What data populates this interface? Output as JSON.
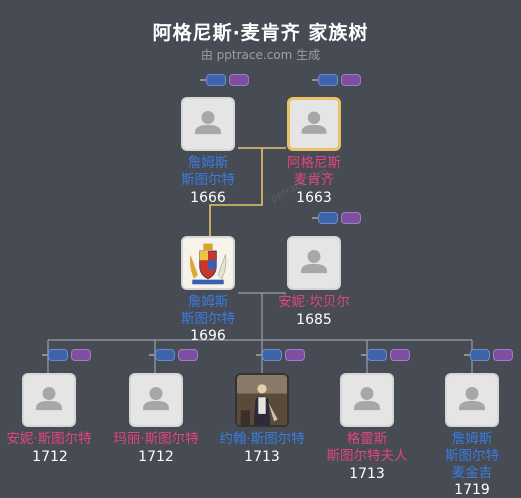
{
  "header": {
    "title": "阿格尼斯·麦肯齐 家族树",
    "subtitle": "由 pptrace.com 生成",
    "watermark": "pptrace.com"
  },
  "colors": {
    "male": "#3a7ce0",
    "female": "#e0457f",
    "highlight": "#e8c267",
    "background": "#474b53"
  },
  "people": {
    "grandfather": {
      "line1": "詹姆斯",
      "line2": "斯图尔特",
      "year": "1666",
      "gender": "male",
      "photo": "avatar-placeholder"
    },
    "grandmother": {
      "line1": "阿格尼斯",
      "line2": "麦肯齐",
      "year": "1663",
      "gender": "female",
      "photo": "avatar-placeholder",
      "highlighted": true
    },
    "father": {
      "line1": "詹姆斯",
      "line2": "斯图尔特",
      "year": "1696",
      "gender": "male",
      "photo": "coat-of-arms"
    },
    "mother": {
      "line1": "安妮·坎贝尔",
      "year": "1685",
      "gender": "female",
      "photo": "avatar-placeholder"
    },
    "child1": {
      "line1": "安妮·斯图尔特",
      "year": "1712",
      "gender": "female",
      "photo": "avatar-placeholder"
    },
    "child2": {
      "line1": "玛丽·斯图尔特",
      "year": "1712",
      "gender": "female",
      "photo": "avatar-placeholder"
    },
    "child3": {
      "line1": "约翰·斯图尔特",
      "year": "1713",
      "gender": "male",
      "photo": "portrait-painting"
    },
    "child4": {
      "line1": "格雷斯",
      "line2": "斯图尔特夫人",
      "year": "1713",
      "gender": "female",
      "photo": "avatar-placeholder"
    },
    "child5": {
      "line1": "詹姆斯",
      "line2": "斯图尔特",
      "line3": "麦金吉",
      "year": "1719",
      "gender": "male",
      "photo": "avatar-placeholder"
    }
  }
}
